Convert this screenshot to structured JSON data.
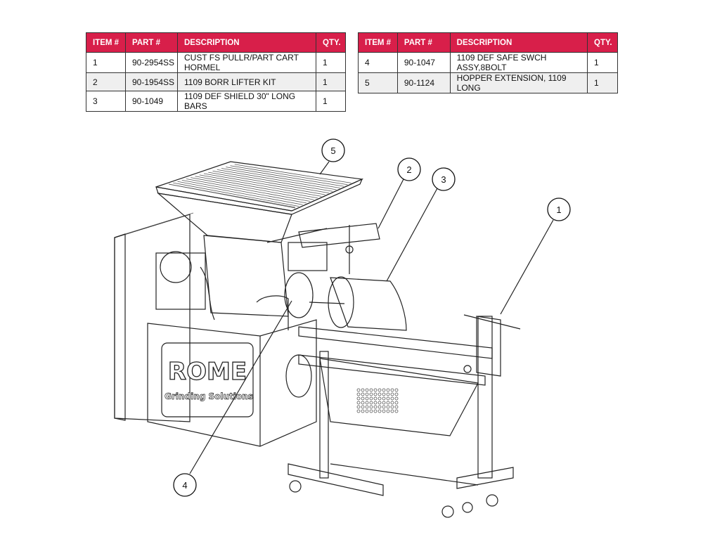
{
  "tables": {
    "headers": [
      "ITEM #",
      "PART #",
      "DESCRIPTION",
      "QTY."
    ],
    "left": [
      {
        "item": "1",
        "part": "90-2954SS",
        "description": "CUST FS PULLR/PART CART HORMEL",
        "qty": "1"
      },
      {
        "item": "2",
        "part": "90-1954SS",
        "description": "1109 BORR LIFTER KIT",
        "qty": "1"
      },
      {
        "item": "3",
        "part": "90-1049",
        "description": "1109 DEF SHIELD 30\" LONG BARS",
        "qty": "1"
      }
    ],
    "right": [
      {
        "item": "4",
        "part": "90-1047",
        "description": "1109 DEF SAFE SWCH ASSY,8BOLT",
        "qty": "1"
      },
      {
        "item": "5",
        "part": "90-1124",
        "description": "HOPPER EXTENSION, 1109 LONG",
        "qty": "1"
      }
    ]
  },
  "callouts": [
    "1",
    "2",
    "3",
    "4",
    "5"
  ],
  "logo": {
    "brand": "ROME",
    "tagline": "Grinding Solutions"
  },
  "colors": {
    "header": "#d81f4a"
  }
}
